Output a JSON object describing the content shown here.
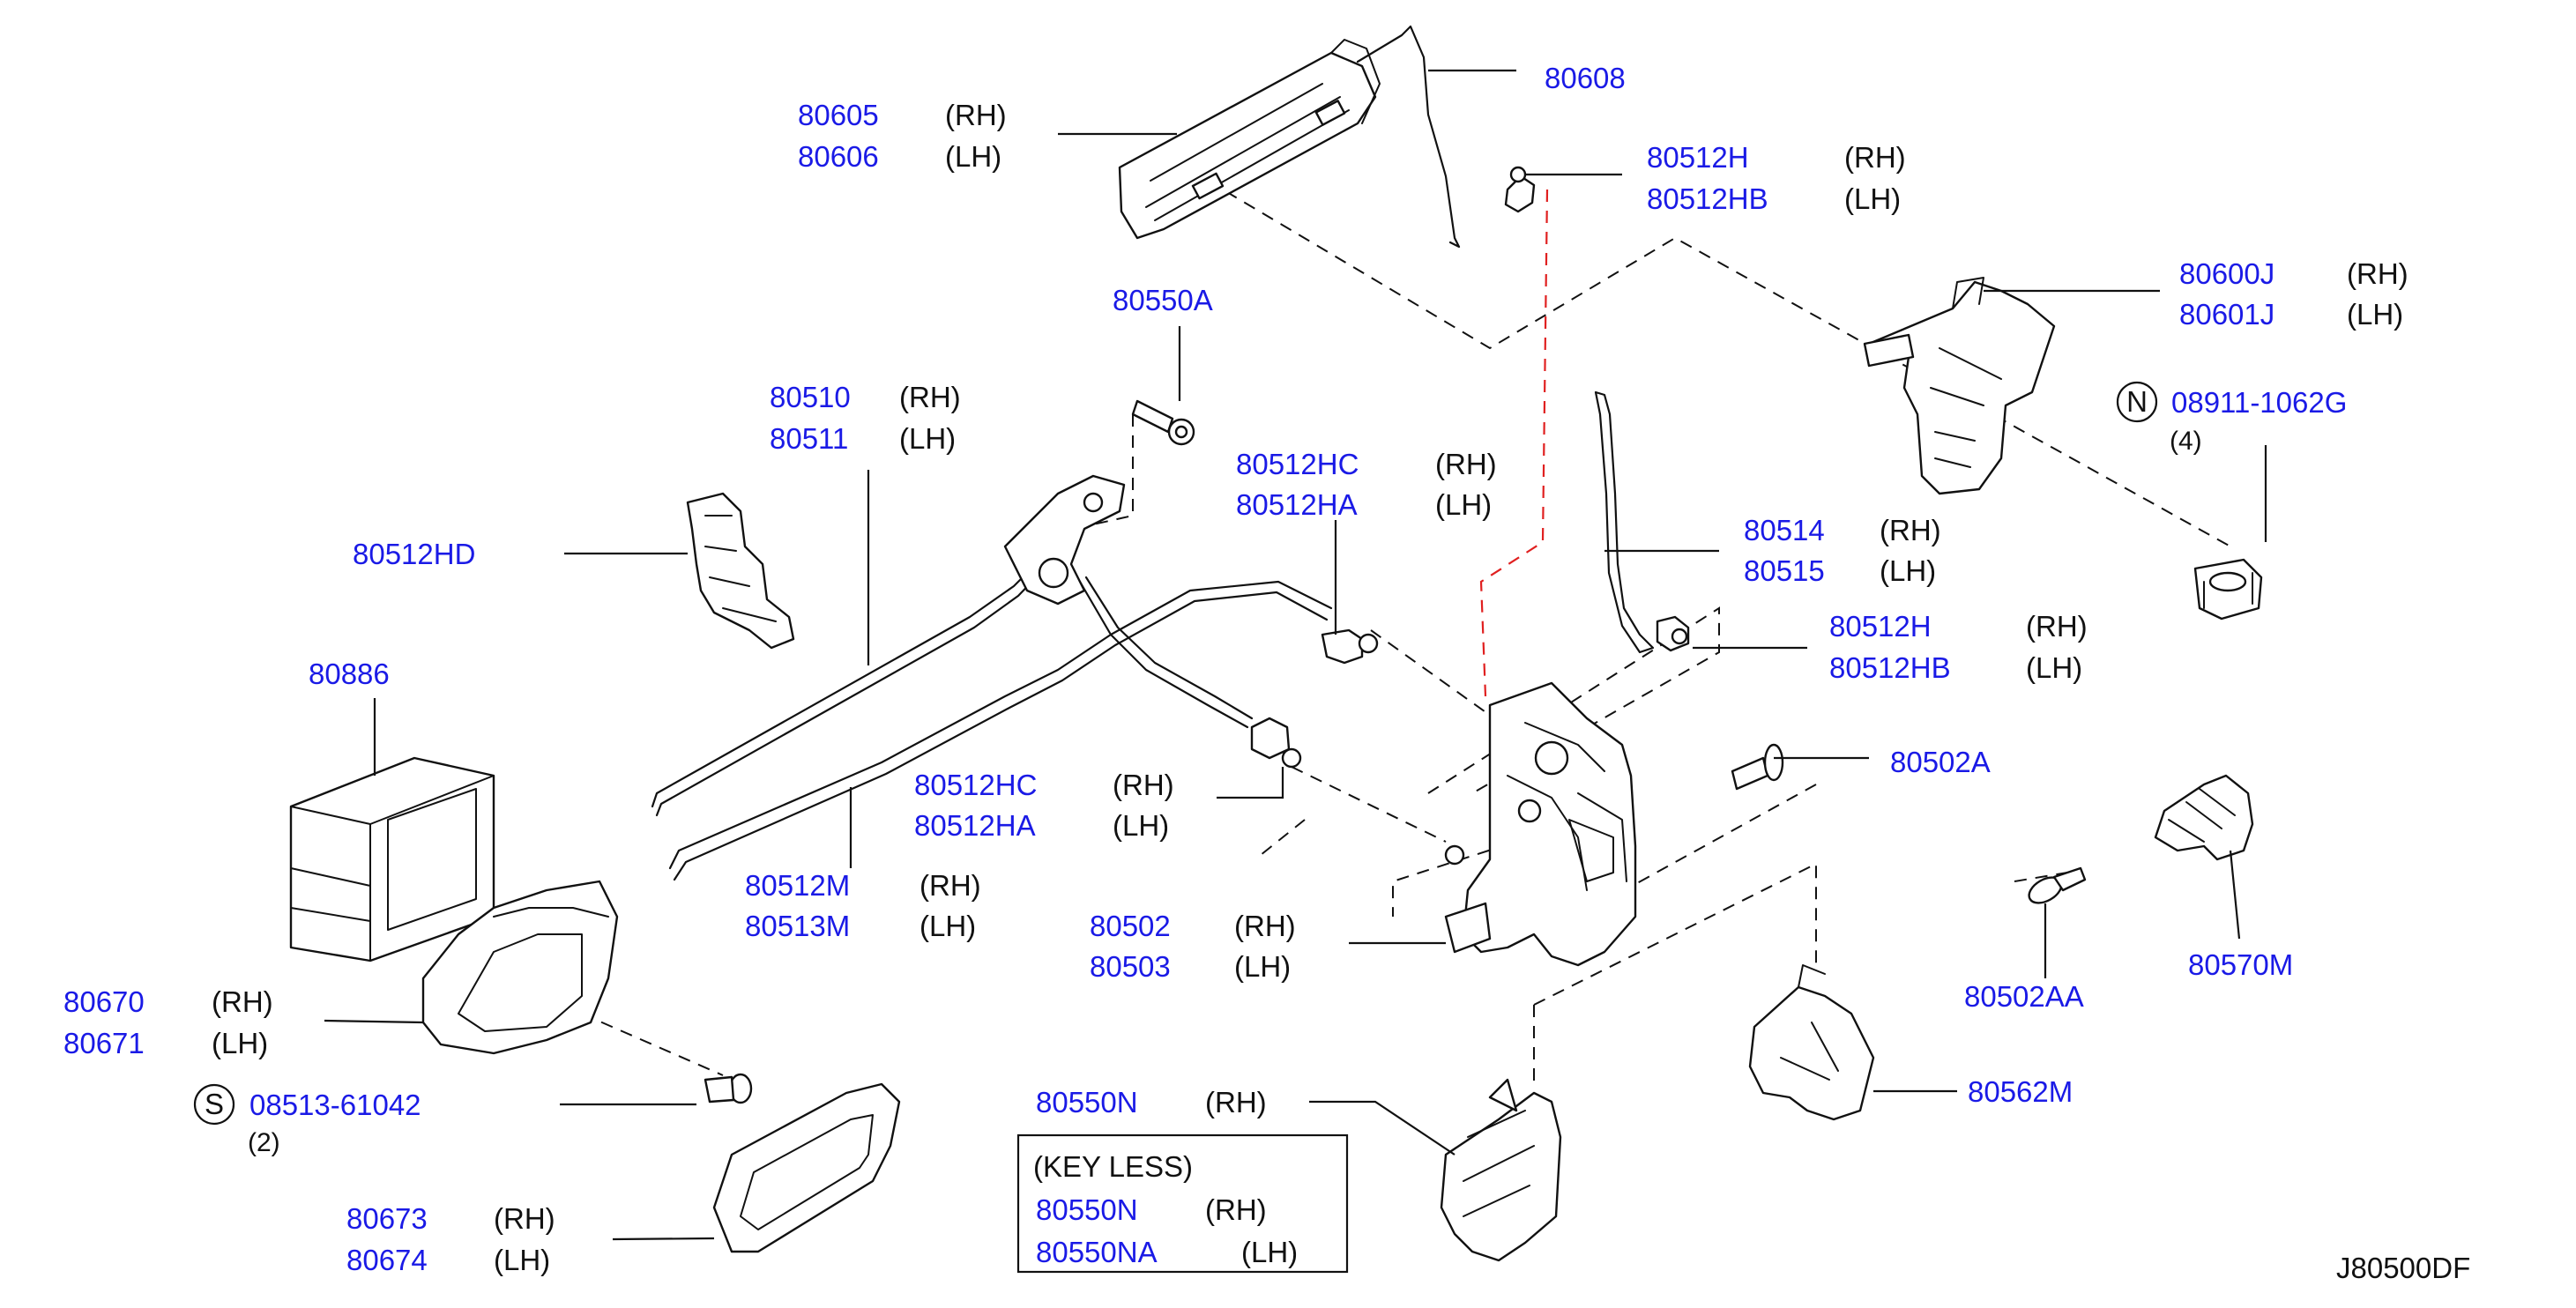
{
  "diagram_code": "J80500DF",
  "keyless_box": {
    "title": "(KEY   LESS)",
    "rows": [
      {
        "part": "80550N",
        "side": "(RH)"
      },
      {
        "part": "80550NA",
        "side": "(LH)"
      }
    ]
  },
  "callouts": {
    "c80605": {
      "parts": [
        "80605",
        "80606"
      ],
      "sides": [
        "(RH)",
        "(LH)"
      ]
    },
    "c80608": {
      "parts": [
        "80608"
      ]
    },
    "c80512H_top": {
      "parts": [
        "80512H",
        "80512HB"
      ],
      "sides": [
        "(RH)",
        "(LH)"
      ]
    },
    "c80600J": {
      "parts": [
        "80600J",
        "80601J"
      ],
      "sides": [
        "(RH)",
        "(LH)"
      ]
    },
    "c08911": {
      "symbol": "N",
      "parts": [
        "08911-1062G"
      ],
      "qty": "(4)"
    },
    "c80550A": {
      "parts": [
        "80550A"
      ]
    },
    "c80510": {
      "parts": [
        "80510",
        "80511"
      ],
      "sides": [
        "(RH)",
        "(LH)"
      ]
    },
    "c80512HC_top": {
      "parts": [
        "80512HC",
        "80512HA"
      ],
      "sides": [
        "(RH)",
        "(LH)"
      ]
    },
    "c80512HD": {
      "parts": [
        "80512HD"
      ]
    },
    "c80514": {
      "parts": [
        "80514",
        "80515"
      ],
      "sides": [
        "(RH)",
        "(LH)"
      ]
    },
    "c80512H_mid": {
      "parts": [
        "80512H",
        "80512HB"
      ],
      "sides": [
        "(RH)",
        "(LH)"
      ]
    },
    "c80886": {
      "parts": [
        "80886"
      ]
    },
    "c80502A": {
      "parts": [
        "80502A"
      ]
    },
    "c80512HC_low": {
      "parts": [
        "80512HC",
        "80512HA"
      ],
      "sides": [
        "(RH)",
        "(LH)"
      ]
    },
    "c80512M": {
      "parts": [
        "80512M",
        "80513M"
      ],
      "sides": [
        "(RH)",
        "(LH)"
      ]
    },
    "c80502": {
      "parts": [
        "80502",
        "80503"
      ],
      "sides": [
        "(RH)",
        "(LH)"
      ]
    },
    "c80670": {
      "parts": [
        "80670",
        "80671"
      ],
      "sides": [
        "(RH)",
        "(LH)"
      ]
    },
    "c80502AA": {
      "parts": [
        "80502AA"
      ]
    },
    "c80570M": {
      "parts": [
        "80570M"
      ]
    },
    "c08513": {
      "symbol": "S",
      "parts": [
        "08513-61042"
      ],
      "qty": "(2)"
    },
    "c80562M": {
      "parts": [
        "80562M"
      ]
    },
    "c80550N": {
      "parts": [
        "80550N"
      ],
      "sides": [
        "(RH)"
      ]
    },
    "c80673": {
      "parts": [
        "80673",
        "80674"
      ],
      "sides": [
        "(RH)",
        "(LH)"
      ]
    }
  }
}
